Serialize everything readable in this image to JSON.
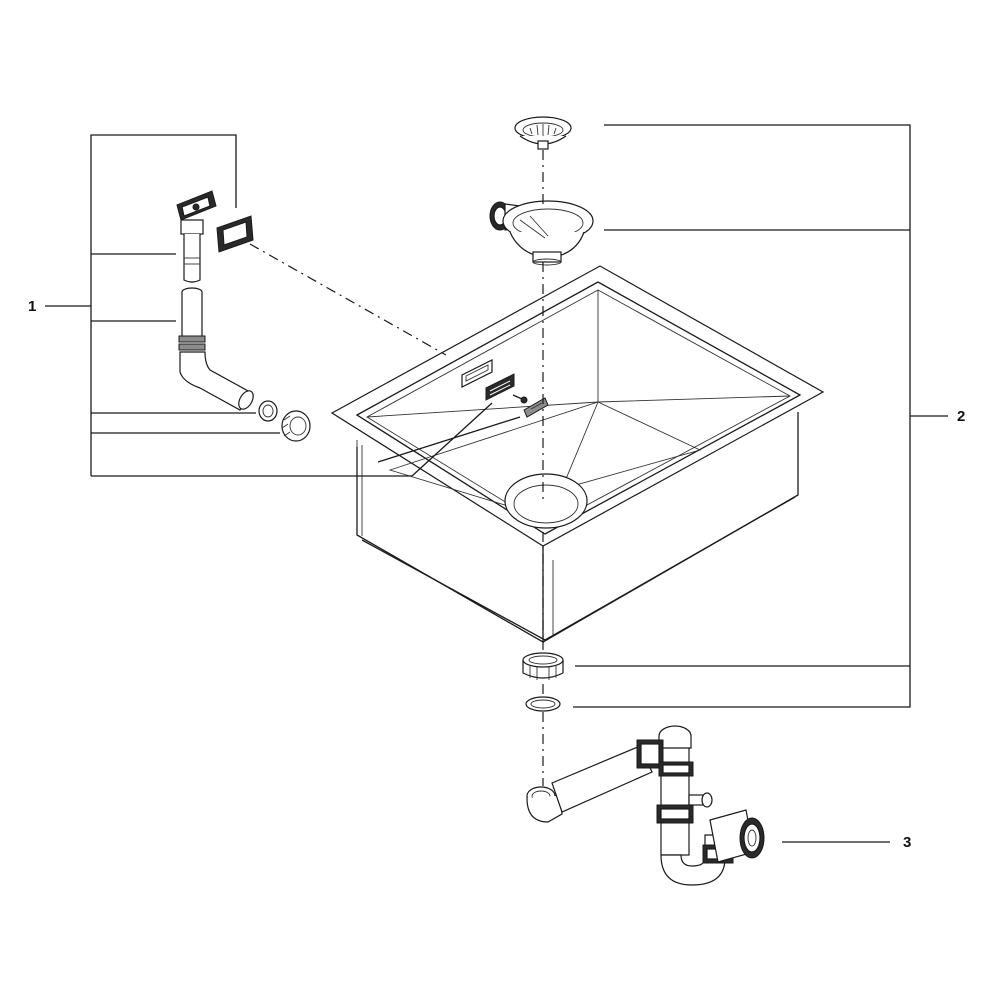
{
  "callouts": {
    "group_1": "1",
    "group_2": "2",
    "group_3": "3"
  },
  "colors": {
    "line": "#1a1a1a",
    "background": "#ffffff",
    "shade": "#8c8c8c"
  }
}
